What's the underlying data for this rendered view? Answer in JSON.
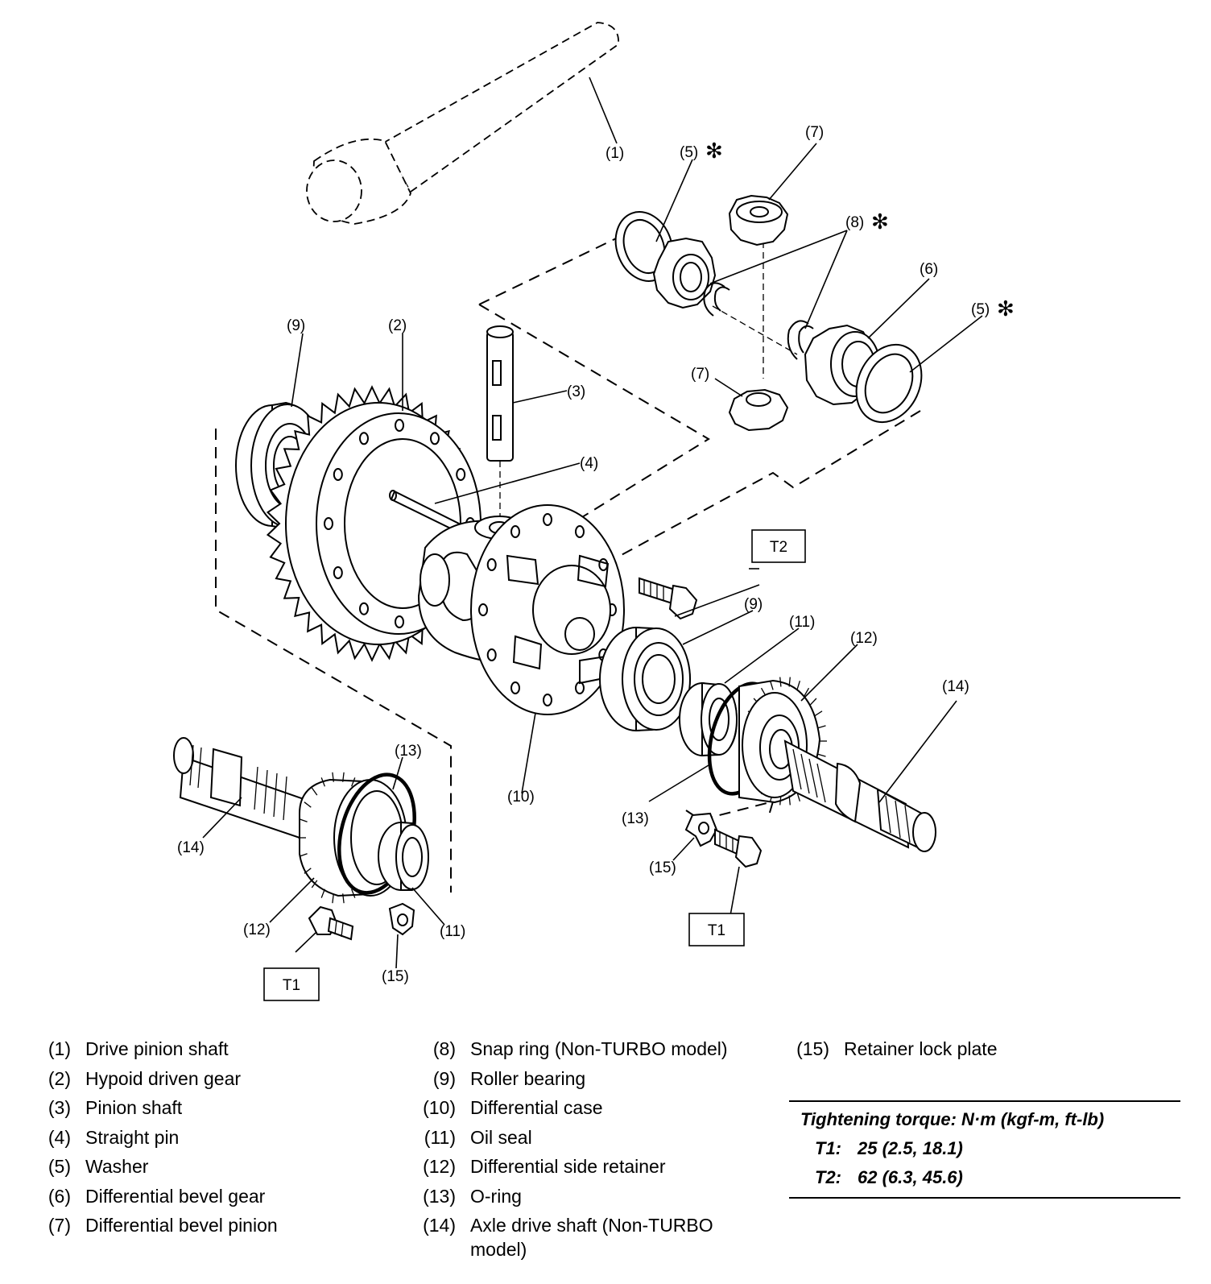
{
  "diagram": {
    "callouts": [
      {
        "id": "c1",
        "text": "(1)"
      },
      {
        "id": "c5a",
        "text": "(5)"
      },
      {
        "id": "c7a",
        "text": "(7)"
      },
      {
        "id": "c8",
        "text": "(8)"
      },
      {
        "id": "c6",
        "text": "(6)"
      },
      {
        "id": "c5b",
        "text": "(5)"
      },
      {
        "id": "c9a",
        "text": "(9)"
      },
      {
        "id": "c2",
        "text": "(2)"
      },
      {
        "id": "c3",
        "text": "(3)"
      },
      {
        "id": "c7b",
        "text": "(7)"
      },
      {
        "id": "c4",
        "text": "(4)"
      },
      {
        "id": "c9b",
        "text": "(9)"
      },
      {
        "id": "c11a",
        "text": "(11)"
      },
      {
        "id": "c12a",
        "text": "(12)"
      },
      {
        "id": "c14a",
        "text": "(14)"
      },
      {
        "id": "c13a",
        "text": "(13)"
      },
      {
        "id": "c10",
        "text": "(10)"
      },
      {
        "id": "c13b",
        "text": "(13)"
      },
      {
        "id": "c15a",
        "text": "(15)"
      },
      {
        "id": "c14b",
        "text": "(14)"
      },
      {
        "id": "c12b",
        "text": "(12)"
      },
      {
        "id": "c11b",
        "text": "(11)"
      },
      {
        "id": "c15b",
        "text": "(15)"
      }
    ],
    "star": "✻",
    "torque_boxes": {
      "t2": "T2",
      "t1_right": "T1",
      "t1_left": "T1"
    }
  },
  "legend": {
    "col1": [
      {
        "num": "(1)",
        "text": "Drive pinion shaft"
      },
      {
        "num": "(2)",
        "text": "Hypoid driven gear"
      },
      {
        "num": "(3)",
        "text": "Pinion shaft"
      },
      {
        "num": "(4)",
        "text": "Straight pin"
      },
      {
        "num": "(5)",
        "text": "Washer"
      },
      {
        "num": "(6)",
        "text": "Differential bevel gear"
      },
      {
        "num": "(7)",
        "text": "Differential bevel pinion"
      }
    ],
    "col2": [
      {
        "num": "(8)",
        "text": "Snap ring (Non-TURBO model)"
      },
      {
        "num": "(9)",
        "text": "Roller bearing"
      },
      {
        "num": "(10)",
        "text": "Differential case"
      },
      {
        "num": "(11)",
        "text": "Oil seal"
      },
      {
        "num": "(12)",
        "text": "Differential side retainer"
      },
      {
        "num": "(13)",
        "text": "O-ring"
      },
      {
        "num": "(14)",
        "text": "Axle drive shaft (Non-TURBO model)"
      }
    ],
    "col3": [
      {
        "num": "(15)",
        "text": "Retainer lock plate"
      }
    ]
  },
  "torque": {
    "title": "Tightening torque: N·m (kgf-m, ft-lb)",
    "t1_label": "T1:",
    "t1_value": "25 (2.5, 18.1)",
    "t2_label": "T2:",
    "t2_value": "62 (6.3, 45.6)"
  }
}
